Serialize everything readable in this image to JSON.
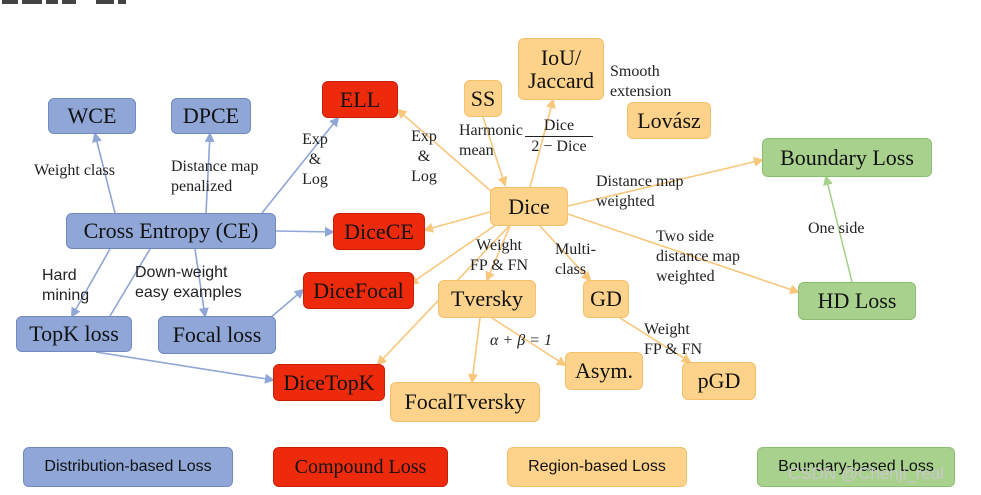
{
  "nodes": {
    "wce": "WCE",
    "dpce": "DPCE",
    "ce": "Cross Entropy (CE)",
    "topk": "TopK loss",
    "focal": "Focal loss",
    "ell": "ELL",
    "dicece": "DiceCE",
    "dicefocal": "DiceFocal",
    "dicetopk": "DiceTopK",
    "iou": "IoU/\nJaccard",
    "ss": "SS",
    "lovasz": "Lovász",
    "dice": "Dice",
    "tversky": "Tversky",
    "gd": "GD",
    "asym": "Asym.",
    "pgd": "pGD",
    "focaltversky": "FocalTversky",
    "boundary": "Boundary Loss",
    "hd": "HD Loss"
  },
  "edge_labels": {
    "weight_class": "Weight class",
    "distance_map_penalized": "Distance map\npenalized",
    "exp_log_left": "Exp\n&\nLog",
    "exp_log_right": "Exp\n&\nLog",
    "hard_mining": "Hard\nmining",
    "down_weight": "Down-weight\neasy examples",
    "harmonic_mean": "Harmonic\nmean",
    "frac_num": "Dice",
    "frac_den": "2 − Dice",
    "smooth_extension": "Smooth\nextension",
    "distance_map_weighted": "Distance map\nweighted",
    "weight_fp_fn_1": "Weight\nFP & FN",
    "multi_class": "Multi-\nclass",
    "two_side": "Two side\ndistance map\nweighted",
    "one_side": "One side",
    "alpha_beta": "α + β = 1",
    "weight_fp_fn_2": "Weight\nFP & FN"
  },
  "legend": {
    "distribution": "Distribution-based Loss",
    "compound": "Compound Loss",
    "region": "Region-based Loss",
    "boundary": "Boundary-based Loss"
  },
  "watermark": "CSDN @Chenji_real",
  "colors": {
    "distribution": "#8fa6d6",
    "compound": "#ee2a0d",
    "region": "#fdd28a",
    "boundary": "#a9d18e",
    "arrow_blue": "#8fa6d6",
    "arrow_orange": "#f9c77c",
    "arrow_green": "#a9d18e"
  }
}
